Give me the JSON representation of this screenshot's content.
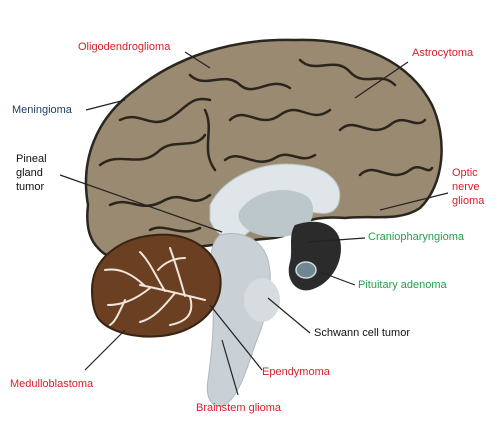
{
  "colors": {
    "malignant": "#d7202a",
    "benign_meningeal": "#1f3b5c",
    "sellar": "#1ea24d",
    "other": "#111111",
    "cortex": "#9b8a72",
    "cerebellum": "#6a3f22",
    "brainstem": "#c9d1d6"
  },
  "labels": {
    "oligodendroglioma": "Oligodendroglioma",
    "astrocytoma": "Astrocytoma",
    "meningioma": "Meningioma",
    "pineal_line1": "Pineal",
    "pineal_line2": "gland",
    "pineal_line3": "tumor",
    "optic_line1": "Optic",
    "optic_line2": "nerve",
    "optic_line3": "glioma",
    "craniopharyngioma": "Craniopharyngioma",
    "pituitary_adenoma": "Pituitary adenoma",
    "schwann": "Schwann cell tumor",
    "medulloblastoma": "Medulloblastoma",
    "ependymoma": "Ependymoma",
    "brainstem_glioma": "Brainstem glioma"
  }
}
